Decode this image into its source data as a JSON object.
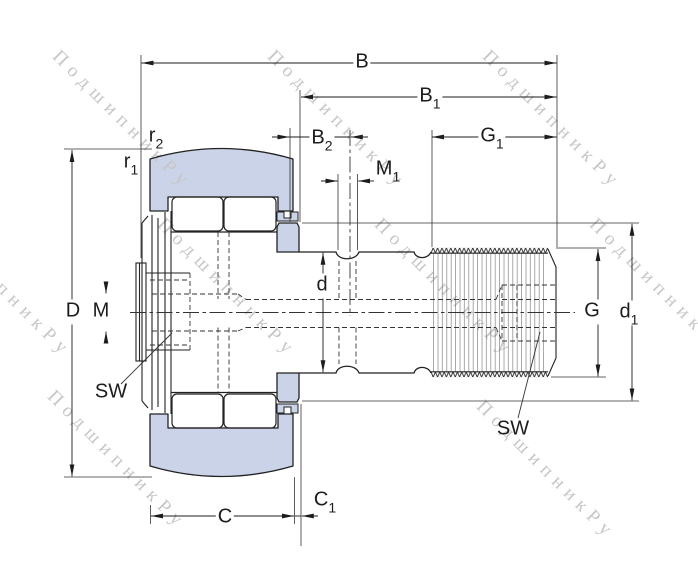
{
  "title": "Stud-type cam follower bearing cross-section drawing",
  "watermark": {
    "text": "ПодшипникРу"
  },
  "colors": {
    "accent_fill": "#cbd3e8",
    "line": "#2a2a2a",
    "watermark": "#c6c6c6",
    "background": "#ffffff"
  },
  "labels": {
    "B": {
      "t": "B",
      "s": ""
    },
    "B1": {
      "t": "B",
      "s": "1"
    },
    "B2": {
      "t": "B",
      "s": "2"
    },
    "G1": {
      "t": "G",
      "s": "1"
    },
    "M1": {
      "t": "M",
      "s": "1"
    },
    "r2": {
      "t": "r",
      "s": "2"
    },
    "r1": {
      "t": "r",
      "s": "1"
    },
    "D": {
      "t": "D",
      "s": ""
    },
    "M": {
      "t": "M",
      "s": ""
    },
    "SW_left": {
      "t": "SW",
      "s": ""
    },
    "d": {
      "t": "d",
      "s": ""
    },
    "G": {
      "t": "G",
      "s": ""
    },
    "d1": {
      "t": "d",
      "s": "1"
    },
    "SW_right": {
      "t": "SW",
      "s": ""
    },
    "C": {
      "t": "C",
      "s": ""
    },
    "C1": {
      "t": "C",
      "s": "1"
    }
  }
}
